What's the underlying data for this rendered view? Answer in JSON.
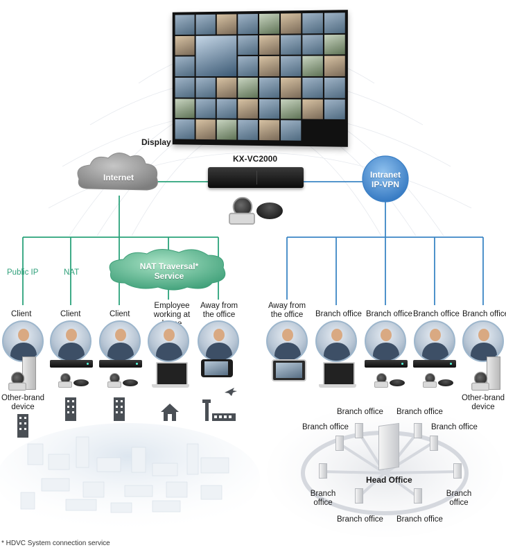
{
  "top": {
    "display_label": "Display",
    "device_label": "KX-VC2000"
  },
  "clouds": {
    "internet": "Internet",
    "intranet": "Intranet IP-VPN",
    "nat_traversal": "NAT Traversal* Service"
  },
  "internet_side": {
    "line_labels": [
      "Public IP",
      "NAT"
    ],
    "endpoints": [
      {
        "label": "Client",
        "device_label": "Other-brand device"
      },
      {
        "label": "Client"
      },
      {
        "label": "Client"
      },
      {
        "label": "Employee working at home"
      },
      {
        "label": "Away from the office"
      }
    ]
  },
  "intranet_side": {
    "endpoints": [
      {
        "label": "Away from the office"
      },
      {
        "label": "Branch office"
      },
      {
        "label": "Branch office"
      },
      {
        "label": "Branch office"
      },
      {
        "label": "Branch office",
        "device_label": "Other-brand device"
      }
    ]
  },
  "hub": {
    "center": "Head Office",
    "spokes": [
      "Branch office",
      "Branch office",
      "Branch office",
      "Branch office",
      "Branch office",
      "Branch office",
      "Branch office",
      "Branch office"
    ]
  },
  "footnote": "* HDVC System connection service",
  "colors": {
    "internet_line": "#2aa27a",
    "intranet_line": "#3b86c4",
    "internet_cloud": "#8d8d8d",
    "intranet_cloud": "#4d8fd2",
    "nat_cloud": "#4fb08a"
  }
}
